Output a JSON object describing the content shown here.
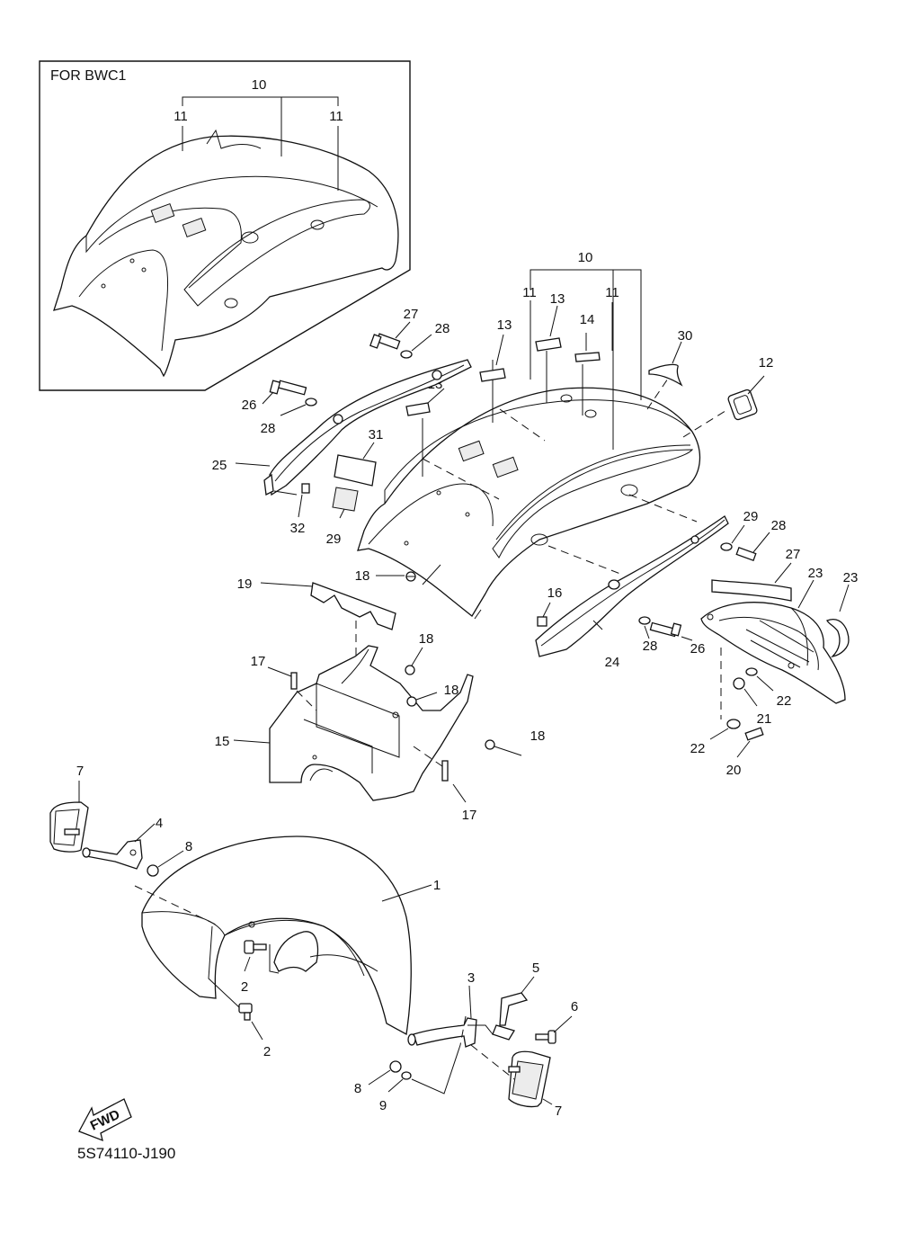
{
  "diagram": {
    "inset_caption": "FOR BWC1",
    "drawing_code": "5S74110-J190",
    "fwd_label": "FWD",
    "labels": [
      {
        "id": "in10",
        "text": "10"
      },
      {
        "id": "in11a",
        "text": "11"
      },
      {
        "id": "in11b",
        "text": "11"
      },
      {
        "id": "m10",
        "text": "10"
      },
      {
        "id": "m11a",
        "text": "11"
      },
      {
        "id": "m11b",
        "text": "11"
      },
      {
        "id": "m13a",
        "text": "13"
      },
      {
        "id": "m13b",
        "text": "13"
      },
      {
        "id": "m13c",
        "text": "13"
      },
      {
        "id": "m14",
        "text": "14"
      },
      {
        "id": "m30",
        "text": "30"
      },
      {
        "id": "m12",
        "text": "12"
      },
      {
        "id": "m27a",
        "text": "27"
      },
      {
        "id": "m28a",
        "text": "28"
      },
      {
        "id": "m26a",
        "text": "26"
      },
      {
        "id": "m28b",
        "text": "28"
      },
      {
        "id": "m25",
        "text": "25"
      },
      {
        "id": "m31",
        "text": "31"
      },
      {
        "id": "m29a",
        "text": "29"
      },
      {
        "id": "m32",
        "text": "32"
      },
      {
        "id": "m18a",
        "text": "18"
      },
      {
        "id": "m16",
        "text": "16"
      },
      {
        "id": "m29b",
        "text": "29"
      },
      {
        "id": "m28c",
        "text": "28"
      },
      {
        "id": "m27b",
        "text": "27"
      },
      {
        "id": "m23a",
        "text": "23"
      },
      {
        "id": "m23b",
        "text": "23"
      },
      {
        "id": "m19",
        "text": "19"
      },
      {
        "id": "m28d",
        "text": "28"
      },
      {
        "id": "m26b",
        "text": "26"
      },
      {
        "id": "m24",
        "text": "24"
      },
      {
        "id": "m18b",
        "text": "18"
      },
      {
        "id": "m17a",
        "text": "17"
      },
      {
        "id": "m18c",
        "text": "18"
      },
      {
        "id": "m18d",
        "text": "18"
      },
      {
        "id": "m15",
        "text": "15"
      },
      {
        "id": "m17b",
        "text": "17"
      },
      {
        "id": "m22a",
        "text": "22"
      },
      {
        "id": "m21",
        "text": "21"
      },
      {
        "id": "m22b",
        "text": "22"
      },
      {
        "id": "m20",
        "text": "20"
      },
      {
        "id": "m7a",
        "text": "7"
      },
      {
        "id": "m4",
        "text": "4"
      },
      {
        "id": "m8a",
        "text": "8"
      },
      {
        "id": "m1",
        "text": "1"
      },
      {
        "id": "m2a",
        "text": "2"
      },
      {
        "id": "m2b",
        "text": "2"
      },
      {
        "id": "m3",
        "text": "3"
      },
      {
        "id": "m5",
        "text": "5"
      },
      {
        "id": "m6",
        "text": "6"
      },
      {
        "id": "m8b",
        "text": "8"
      },
      {
        "id": "m9",
        "text": "9"
      },
      {
        "id": "m7b",
        "text": "7"
      }
    ]
  }
}
